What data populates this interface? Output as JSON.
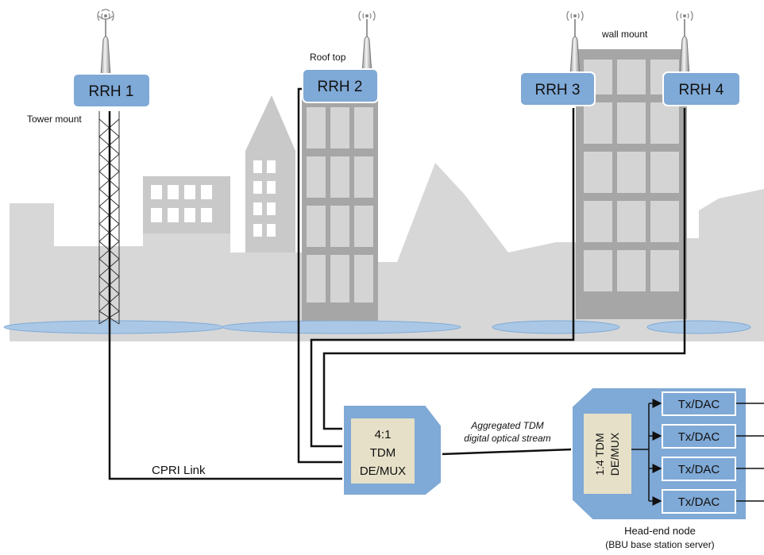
{
  "colors": {
    "box_blue": "#7fa9d6",
    "box_border": "#ffffff",
    "city_gray": "#d7d7d7",
    "building_gray": "#a6a6a6",
    "ground_blue": "#aac8e6",
    "mux_fill": "#e6e0c8",
    "cable": "#111111"
  },
  "rrh": [
    {
      "label": "RRH 1"
    },
    {
      "label": "RRH 2"
    },
    {
      "label": "RRH 3"
    },
    {
      "label": "RRH 4"
    }
  ],
  "mounts": {
    "tower": "Tower mount",
    "roof": "Roof top",
    "wall": "wall mount"
  },
  "mux": {
    "line1": "4:1",
    "line2": "TDM",
    "line3": "DE/MUX"
  },
  "link_labels": {
    "cpri": "CPRI Link",
    "stream_line1": "Aggregated TDM",
    "stream_line2": "digital optical stream"
  },
  "headend": {
    "demux_line1": "1:4 TDM",
    "demux_line2": "DE/MUX",
    "tx": [
      "Tx/DAC",
      "Tx/DAC",
      "Tx/DAC",
      "Tx/DAC"
    ],
    "caption_line1": "Head-end node",
    "caption_line2": "(BBU base station server)"
  },
  "icons": {
    "antenna": "antenna-icon",
    "signal": "wireless-signal-icon"
  }
}
